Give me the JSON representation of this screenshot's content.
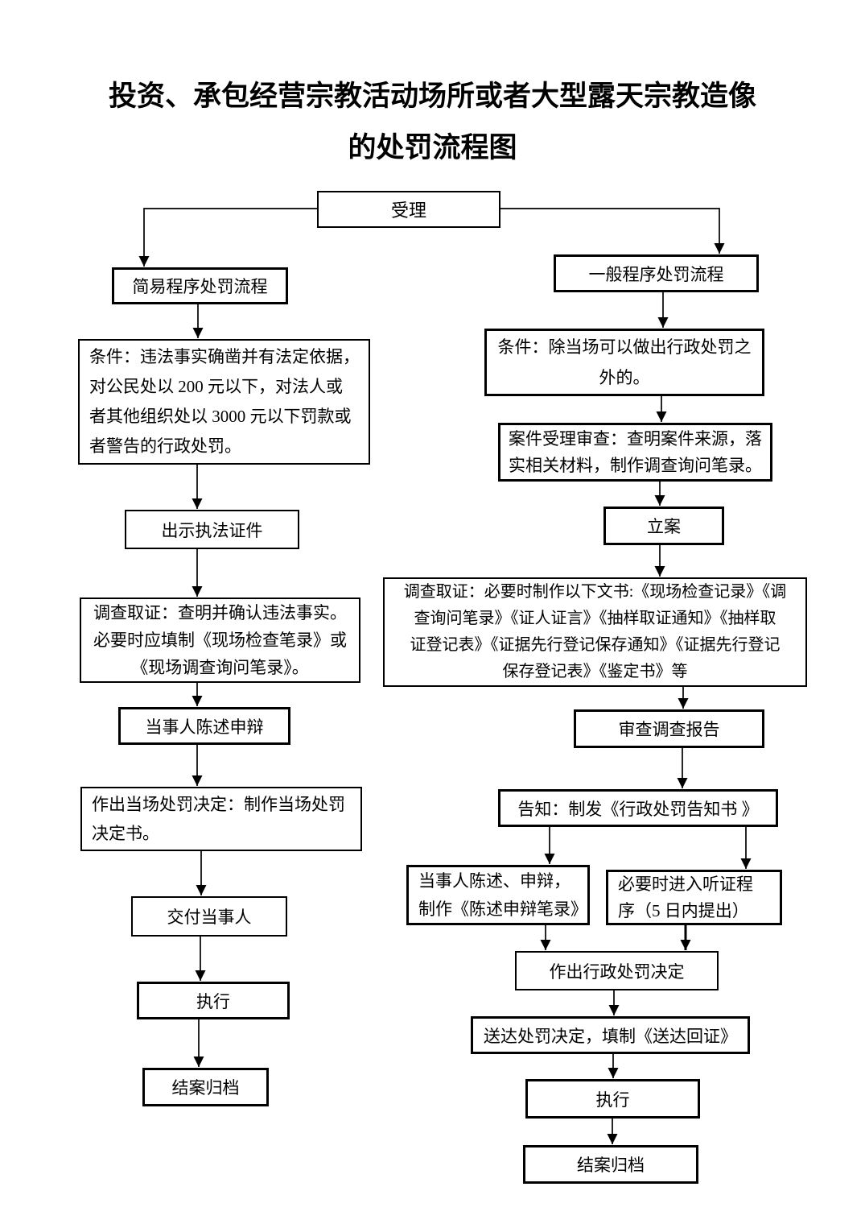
{
  "page": {
    "title_line1": "投资、承包经营宗教活动场所或者大型露天宗教造像",
    "title_line2": "的处罚流程图"
  },
  "colors": {
    "background": "#ffffff",
    "ink": "#000000"
  },
  "flowchart": {
    "nodes": {
      "shouli": {
        "lines": [
          "受理"
        ]
      },
      "jianyi": {
        "lines": [
          "简易程序处罚流程"
        ]
      },
      "cond_l": {
        "lines": [
          "条件：违法事实确凿并有法定依据，",
          "对公民处以 200 元以下，对法人或",
          "者其他组织处以 3000 元以下罚款或",
          "者警告的行政处罚。"
        ]
      },
      "chushi": {
        "lines": [
          "出示执法证件"
        ]
      },
      "diaocha_l": {
        "lines": [
          "调查取证：查明并确认违法事实。",
          "必要时应填制《现场检查笔录》或",
          "《现场调查询问笔录》。"
        ]
      },
      "chenshu_l": {
        "lines": [
          "当事人陈述申辩"
        ]
      },
      "zuochu_l": {
        "lines": [
          "作出当场处罚决定：制作当场处罚",
          "决定书。"
        ]
      },
      "jiaofu": {
        "lines": [
          "交付当事人"
        ]
      },
      "zhixing_l": {
        "lines": [
          "执行"
        ]
      },
      "jiean_l": {
        "lines": [
          "结案归档"
        ]
      },
      "yiban": {
        "lines": [
          "一般程序处罚流程"
        ]
      },
      "cond_r": {
        "lines": [
          "条件：除当场可以做出行政处罚之",
          "外的。"
        ]
      },
      "anjian": {
        "lines": [
          "案件受理审查：查明案件来源，落",
          "实相关材料，制作调查询问笔录。"
        ]
      },
      "lian": {
        "lines": [
          "立案"
        ]
      },
      "quzheng": {
        "lines": [
          "调查取证：必要时制作以下文书:《现场检查记录》《调",
          "查询问笔录》《证人证言》《抽样取证通知》《抽样取",
          "证登记表》《证据先行登记保存通知》《证据先行登记",
          "保存登记表》《鉴定书》等"
        ]
      },
      "shencha": {
        "lines": [
          "审查调查报告"
        ]
      },
      "gaozhi": {
        "lines": [
          "告知：制发《行政处罚告知书 》"
        ]
      },
      "chenshu_r": {
        "lines": [
          "当事人陈述、申辩，",
          "制作《陈述申辩笔录》"
        ]
      },
      "tingzheng": {
        "lines": [
          "必要时进入听证程",
          "序（5 日内提出）"
        ]
      },
      "zuochu_r": {
        "lines": [
          "作出行政处罚决定"
        ]
      },
      "songda": {
        "lines": [
          "送达处罚决定，填制《送达回证》"
        ]
      },
      "zhixing_r": {
        "lines": [
          "执行"
        ]
      },
      "jiean_r": {
        "lines": [
          "结案归档"
        ]
      }
    }
  }
}
